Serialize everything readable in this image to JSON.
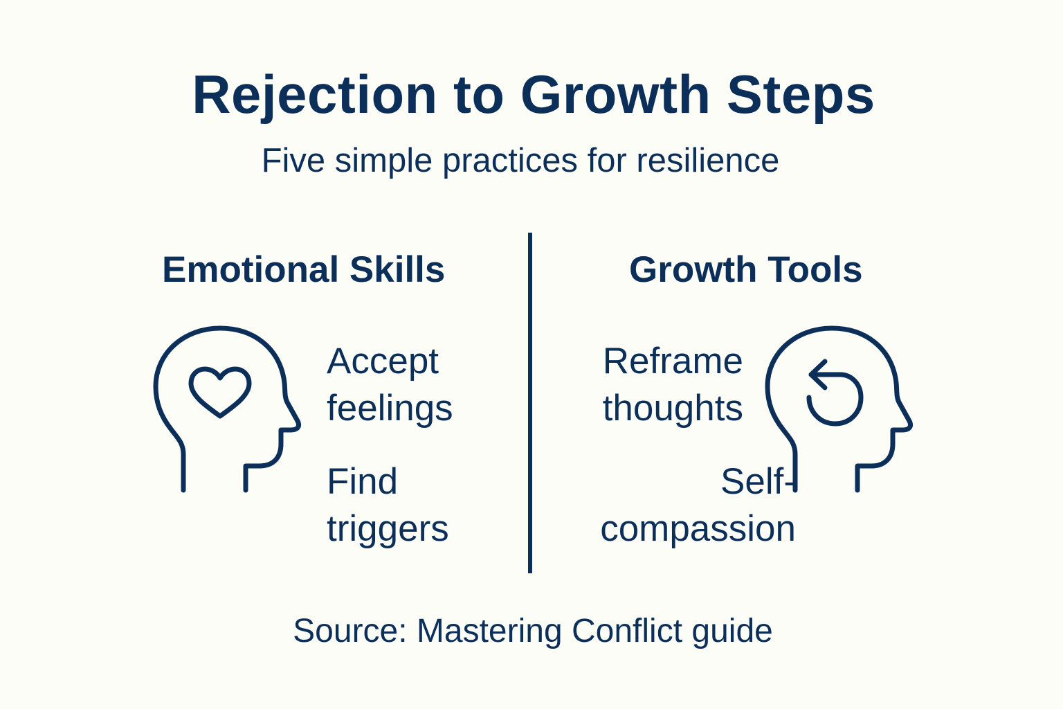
{
  "header": {
    "title": "Rejection to Growth Steps",
    "subtitle": "Five simple practices for resilience"
  },
  "sections": [
    {
      "heading": "Emotional Skills",
      "icon": "head-heart-icon",
      "items": [
        {
          "line1": "Accept",
          "line2": "feelings"
        },
        {
          "line1": "Find",
          "line2": "triggers"
        }
      ]
    },
    {
      "heading": "Growth Tools",
      "icon": "head-refresh-icon",
      "items": [
        {
          "line1": "Reframe",
          "line2": "thoughts"
        },
        {
          "line1": "Self-",
          "line2": "compassion"
        }
      ]
    }
  ],
  "footer": {
    "source": "Source: Mastering Conflict guide"
  },
  "colors": {
    "primary": "#0c2f5a",
    "background": "#fdfdf8"
  }
}
